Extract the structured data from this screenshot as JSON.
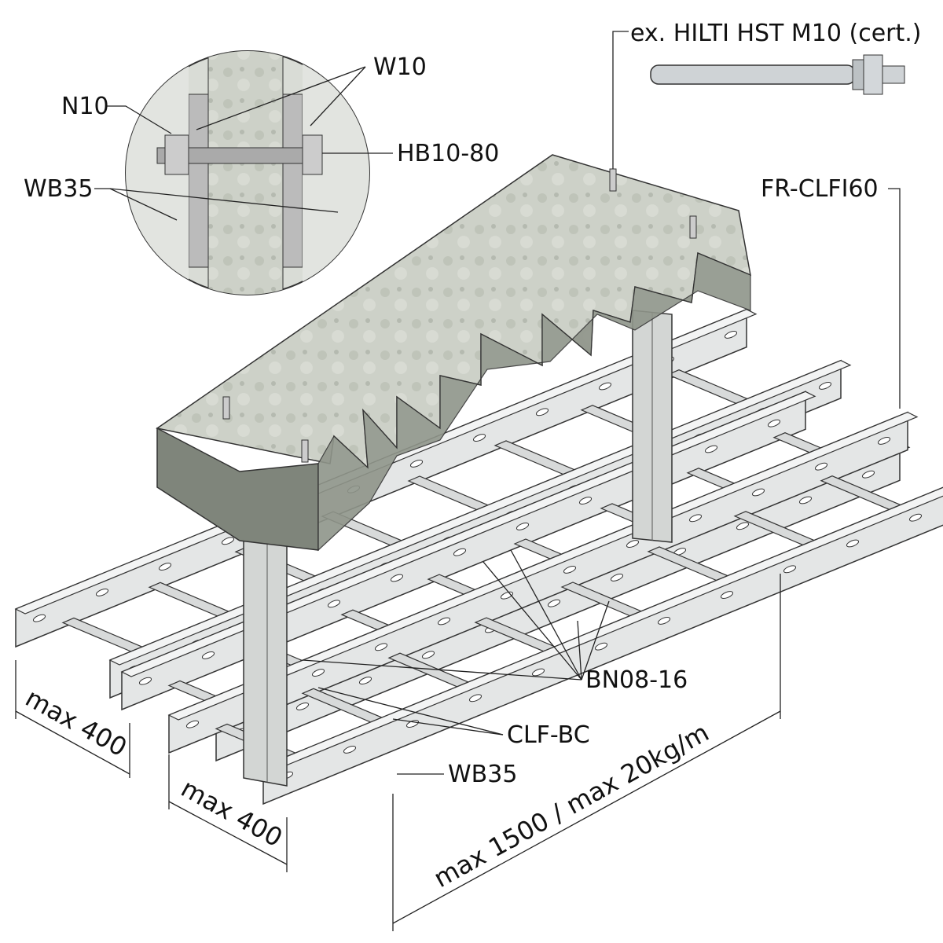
{
  "labels": {
    "anchor": "ex. HILTI HST M10 (cert.)",
    "washer": "W10",
    "nut": "N10",
    "bolt": "HB10-80",
    "bracket_detail": "WB35",
    "fire_cover": "FR-CLFI60",
    "bolt_nut": "BN08-16",
    "clamp": "CLF-BC",
    "bracket": "WB35"
  },
  "dimensions": {
    "width_1": "max 400",
    "width_2": "max 400",
    "span_load": "max 1500 / max 20kg/m"
  },
  "colors": {
    "concrete": "#c9cdc4",
    "steel": "#e4e6e6",
    "ink": "#222222"
  }
}
